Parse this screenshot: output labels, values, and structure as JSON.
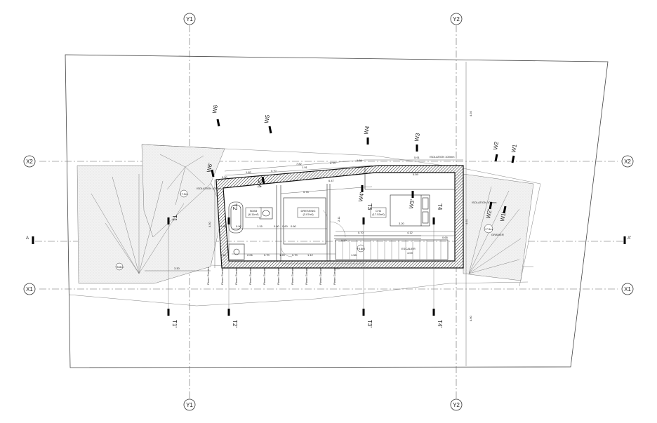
{
  "grid": {
    "y1": "Y1",
    "y2": "Y2",
    "x1": "X1",
    "x2": "X2",
    "a": "A",
    "a_prime": "A'"
  },
  "rooms": {
    "sdb3": {
      "name": "SDB3",
      "area": "(6.11m²)"
    },
    "dressing": {
      "name": "DRESSING",
      "area": "(3.07m²)"
    },
    "ch4": {
      "name": "CH4",
      "area": "(17.53m²)"
    }
  },
  "annotations": {
    "gravier": "GRAVIER",
    "isolation": "ISOLATION 100mm",
    "escalier": "ESCALIER",
    "pierre_grenier": "Pierre Grenier",
    "level_west": "+7.5m",
    "level_east": "+7.5m",
    "level_sw": "+5.8m",
    "level_stair": "+5.8m"
  },
  "sections": {
    "w1": "W1",
    "w1p": "W1'",
    "w2": "W2",
    "w2p": "W2'",
    "w3": "W3",
    "w3p": "W3'",
    "w4": "W4",
    "w4p": "W4'",
    "w5": "W5",
    "w5p": "W5'",
    "w6": "W6",
    "w6p": "W6'",
    "t1": "T1",
    "t1p": "T1'",
    "t2": "T2",
    "t2p": "T2'",
    "t3": "T3",
    "t3p": "T3'",
    "t4": "T4",
    "t4p": "T4'"
  },
  "dimensions": {
    "d_7_82": "7.82",
    "d_5_91": "5.91",
    "d_1_82": "1.82",
    "d_1_91": "1.91",
    "d_0_70a": "0.70",
    "d_0_70b": "0.70",
    "d_1_84": "1.84",
    "d_0_50": "0.50",
    "d_5_59": "5.59",
    "d_6_47": "6.47",
    "d_0_76": "0.76",
    "d_4_93": "4.93",
    "d_4_50": "4.50",
    "d_4_60": "4.60",
    "d_0_90a": "0.90",
    "d_0_90b": "0.90",
    "d_1_15": "1.15",
    "d_0_60": "0.60",
    "d_0_60b": "0.60",
    "d_0_60c": "0.60",
    "d_3_20": "3.20",
    "d_4_12": "4.12",
    "d_0_70c": "0.70",
    "d_4_09": "4.09",
    "d_1_12": "1.12",
    "d_1_58": "1.58",
    "d_1_20": "1.20",
    "d_0_70d": "0.70",
    "d_0_70e": "0.70",
    "d_2_06": "2.06",
    "d_0_42": "0.42",
    "d_3_30": "3.30",
    "d_1_00": "1.00",
    "d_2_11": "2.11",
    "d_4_61": "4.61",
    "d_0_65": "0.65",
    "d_0_50b": "0.50"
  }
}
